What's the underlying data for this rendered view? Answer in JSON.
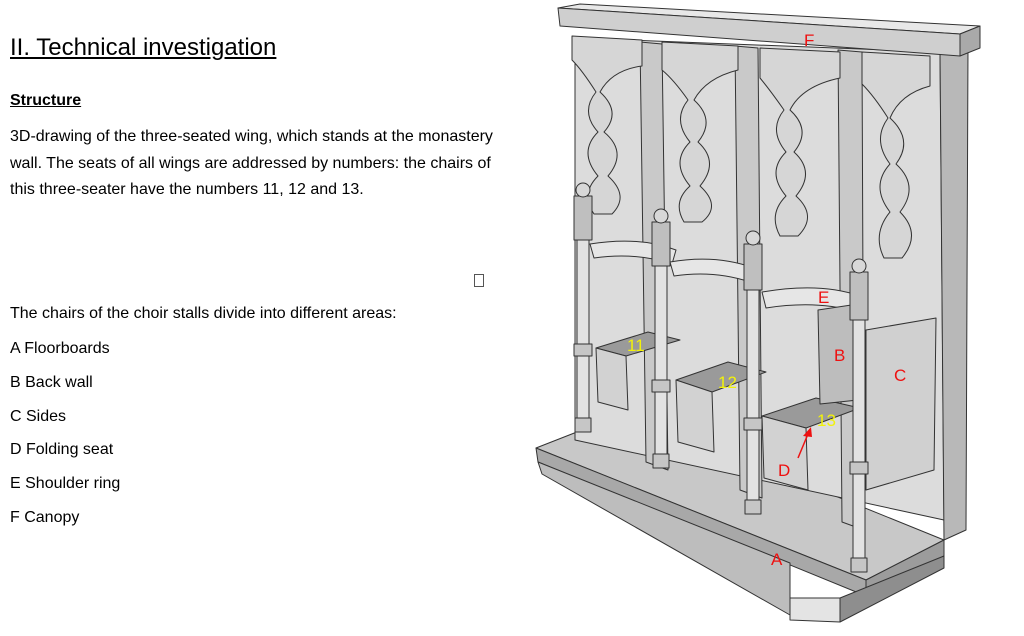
{
  "document": {
    "title": "II. Technical investigation",
    "subtitle": "Structure",
    "paragraph": "3D-drawing of the three-seated wing, which stands at the monastery wall. The seats of all wings are addressed by numbers: the chairs of this three-seater have the numbers 11, 12 and 13.",
    "intro": "The chairs of the choir stalls divide into different areas:",
    "areas": [
      "A Floorboards",
      "B Back wall",
      "C Sides",
      "D Folding seat",
      "E Shoulder ring",
      "F Canopy"
    ]
  },
  "drawing": {
    "area_labels": [
      "A",
      "B",
      "C",
      "D",
      "E",
      "F"
    ],
    "seat_numbers": [
      "11",
      "12",
      "13"
    ],
    "colors": {
      "area_label": "#ee1111",
      "seat_number": "#f2f20a",
      "wood_light": "#dedede",
      "wood_mid": "#c4c4c4",
      "wood_dark": "#9a9a9a",
      "outline": "#333333"
    }
  }
}
